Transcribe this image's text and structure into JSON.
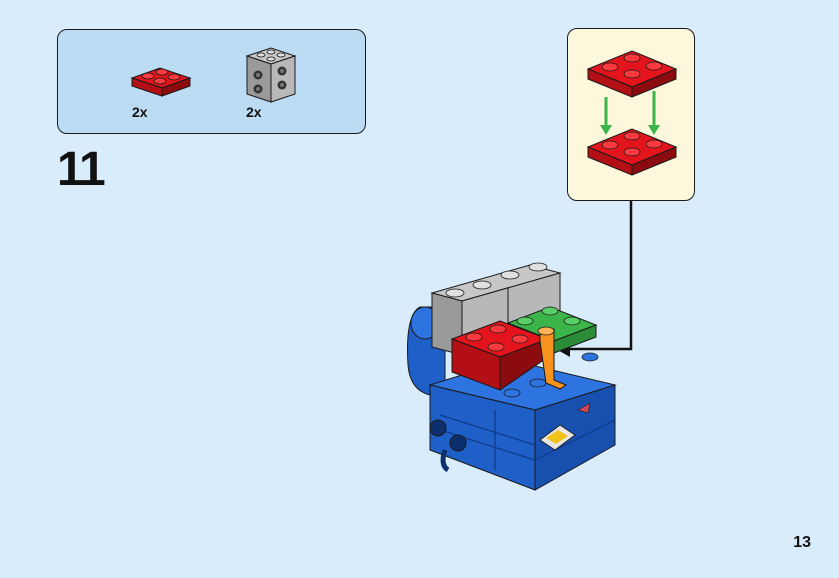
{
  "parts_list": {
    "items": [
      {
        "name": "red-2x2-plate",
        "color": "#e3141b",
        "quantity": "2x"
      },
      {
        "name": "gray-2x2-brick-with-holes",
        "color": "#a0a0a0",
        "quantity": "2x"
      }
    ]
  },
  "step": {
    "number": "11"
  },
  "page": {
    "number": "13"
  },
  "colors": {
    "background": "#d8ecfb",
    "parts_box": "#bcdcf4",
    "callout": "#fdf7dc",
    "red": "#e3141b",
    "blue": "#1f5fc8",
    "gray": "#a0a0a0",
    "green": "#3bb54a",
    "orange": "#f7931e",
    "arrow_green": "#3bb54a"
  }
}
